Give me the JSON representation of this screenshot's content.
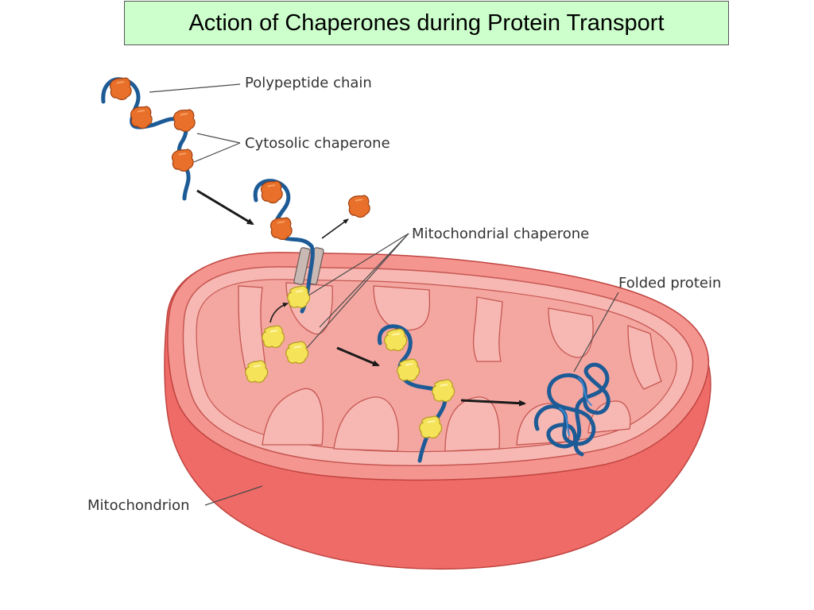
{
  "title": "Action of Chaperones during Protein Transport",
  "labels": {
    "polypeptide_chain": "Polypeptide chain",
    "cytosolic_chaperone": "Cytosolic chaperone",
    "mitochondrial_chaperone": "Mitochondrial chaperone",
    "folded_protein": "Folded protein",
    "mitochondrion": "Mitochondrion"
  },
  "colors": {
    "title_background": "#ccffcc",
    "outer_membrane": "#ef6b68",
    "inner_membrane": "#f7b8b3",
    "matrix": "#f4a6a0",
    "polypeptide": "#1d5b96",
    "cytosolic_chaperone": "#e8702a",
    "mitochondrial_chaperone": "#f5e35a"
  }
}
